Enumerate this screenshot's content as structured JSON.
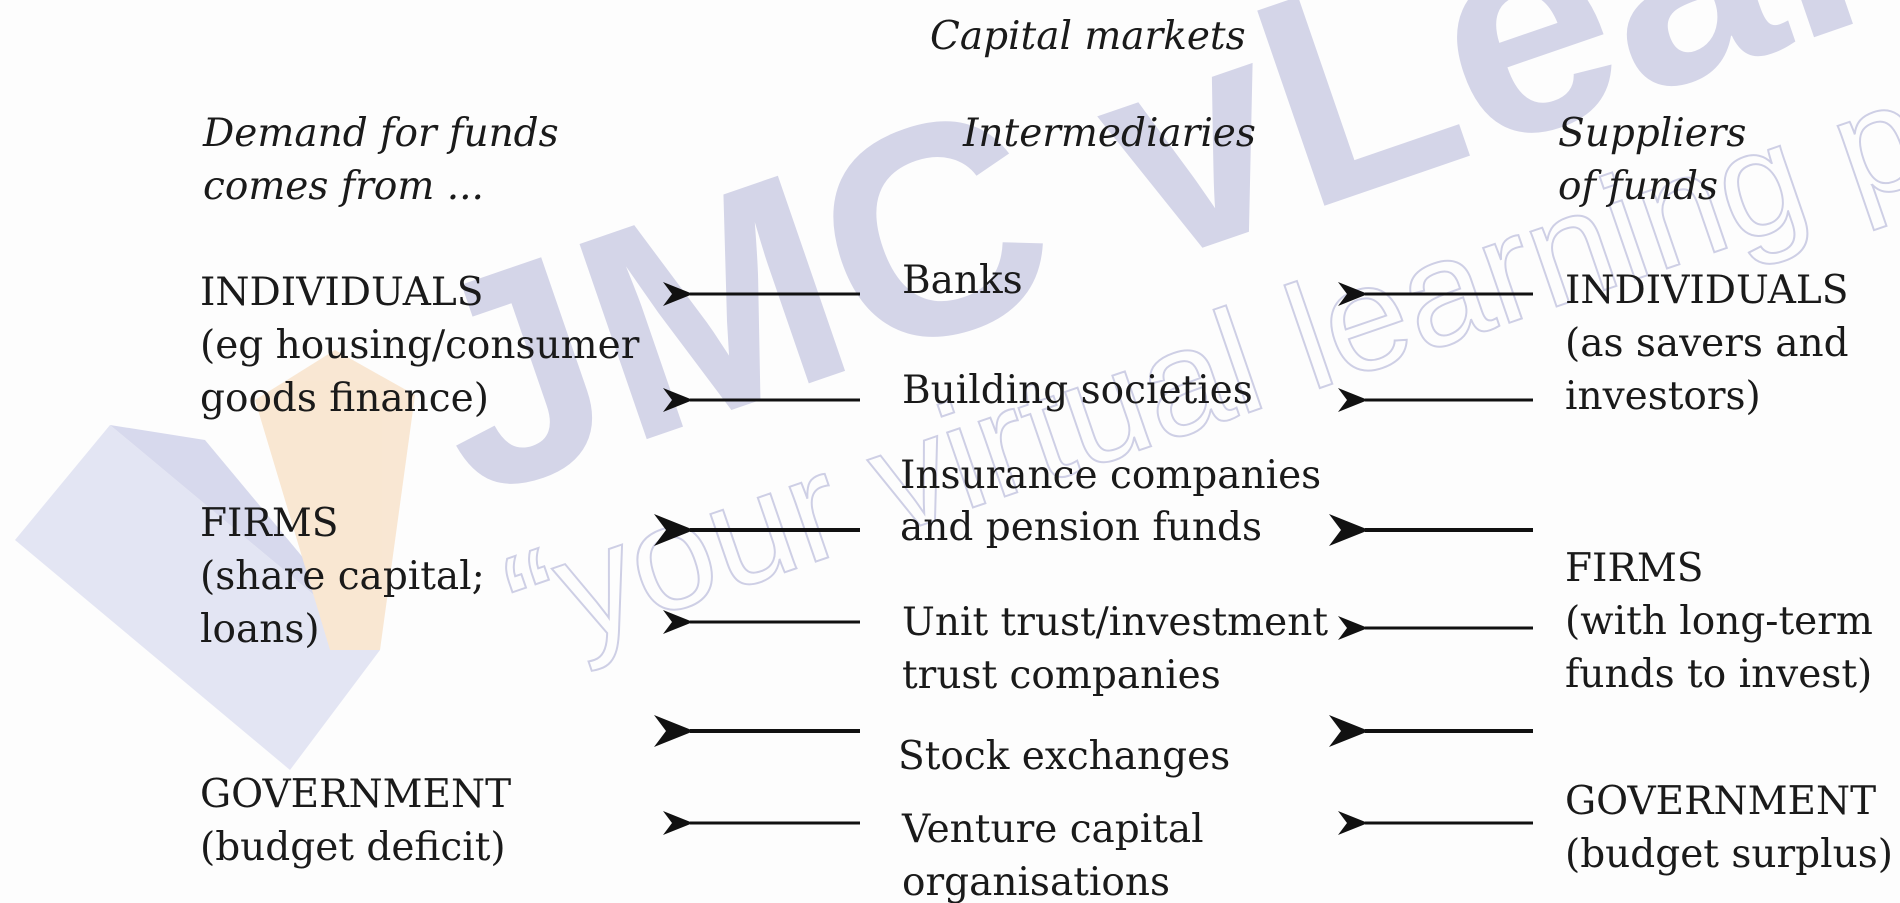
{
  "title": "Capital markets",
  "watermark": {
    "brand": "JMC vLearning",
    "tagline": "“your virtual learning part",
    "colors": {
      "brand": "#b8b8da",
      "tagline": "#c8c8e2",
      "shape_blue": "#c9cbe8",
      "shape_orange": "#f7d9b7"
    }
  },
  "columns": {
    "demand": {
      "heading_line1": "Demand for funds",
      "heading_line2": "comes from ...",
      "groups": [
        {
          "name": "INDIVIDUALS",
          "detail_line1": "(eg housing/consumer",
          "detail_line2": "goods finance)"
        },
        {
          "name": "FIRMS",
          "detail_line1": "(share capital;",
          "detail_line2": "loans)"
        },
        {
          "name": "GOVERNMENT",
          "detail_line1": "(budget deficit)"
        }
      ]
    },
    "intermediaries": {
      "heading": "Intermediaries",
      "items": [
        {
          "line1": "Banks"
        },
        {
          "line1": "Building societies"
        },
        {
          "line1": "Insurance companies",
          "line2": "and pension funds"
        },
        {
          "line1": "Unit trust/investment",
          "line2": "trust companies"
        },
        {
          "line1": "Stock exchanges"
        },
        {
          "line1": "Venture capital",
          "line2": "organisations"
        }
      ]
    },
    "suppliers": {
      "heading_line1": "Suppliers",
      "heading_line2": "of funds",
      "groups": [
        {
          "name": "INDIVIDUALS",
          "detail_line1": "(as savers and",
          "detail_line2": "investors)"
        },
        {
          "name": "FIRMS",
          "detail_line1": "(with long-term",
          "detail_line2": "funds to invest)"
        },
        {
          "name": "GOVERNMENT",
          "detail_line1": "(budget surplus)"
        }
      ]
    }
  },
  "arrow_color": "#111111"
}
